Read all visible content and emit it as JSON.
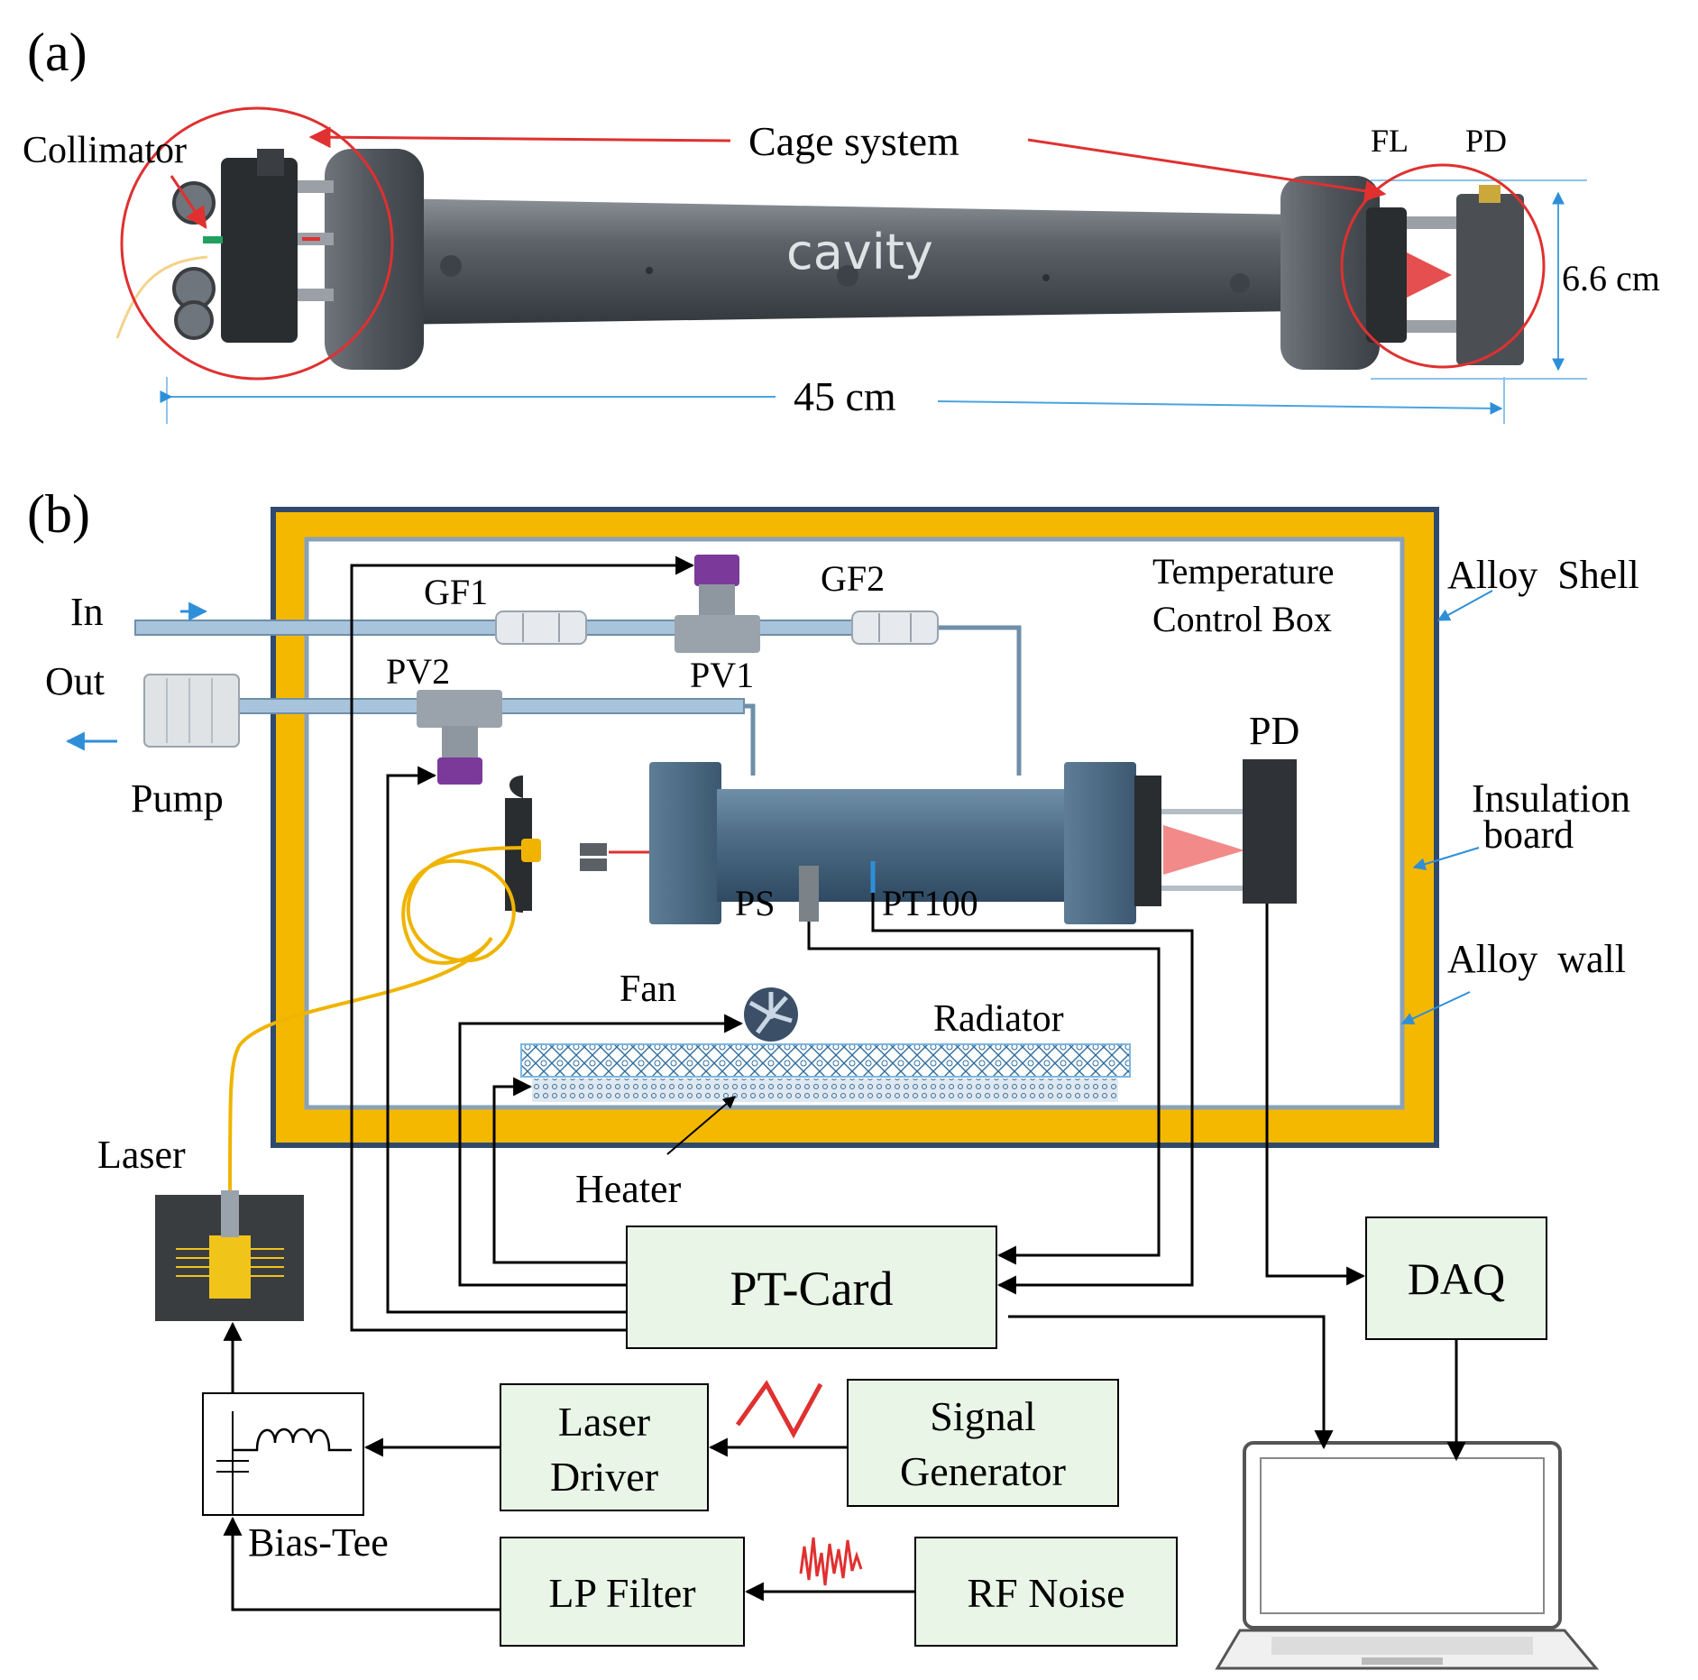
{
  "panel_a": {
    "label": "(a)",
    "collimator": "Collimator",
    "cage_system": "Cage system",
    "fl": "FL",
    "pd": "PD",
    "cavity": "cavity",
    "height": "6.6 cm",
    "length": "45 cm"
  },
  "panel_b": {
    "label": "(b)",
    "in": "In",
    "out": "Out",
    "pump": "Pump",
    "gf1": "GF1",
    "gf2": "GF2",
    "pv1": "PV1",
    "pv2": "PV2",
    "temp_box_line1": "Temperature",
    "temp_box_line2": "Control Box",
    "alloy_shell": "Alloy  Shell",
    "insulation_line1": "Insulation",
    "insulation_line2": "board",
    "alloy_wall": "Alloy  wall",
    "pd": "PD",
    "ps": "PS",
    "pt100": "PT100",
    "fan": "Fan",
    "radiator": "Radiator",
    "heater": "Heater",
    "laser": "Laser",
    "pt_card": "PT-Card",
    "daq": "DAQ",
    "laser_driver_line1": "Laser",
    "laser_driver_line2": "Driver",
    "signal_gen_line1": "Signal",
    "signal_gen_line2": "Generator",
    "bias_tee": "Bias-Tee",
    "lp_filter": "LP Filter",
    "rf_noise": "RF Noise"
  },
  "colors": {
    "alloy_shell": "#f5b800",
    "shell_border": "#2f4a6e",
    "box_fill": "#e9f5e6",
    "cavity_steel": "#5a6066",
    "arrow_red": "#e03030",
    "arrow_blue": "#2e8fd8",
    "fiber": "#f0b400"
  }
}
